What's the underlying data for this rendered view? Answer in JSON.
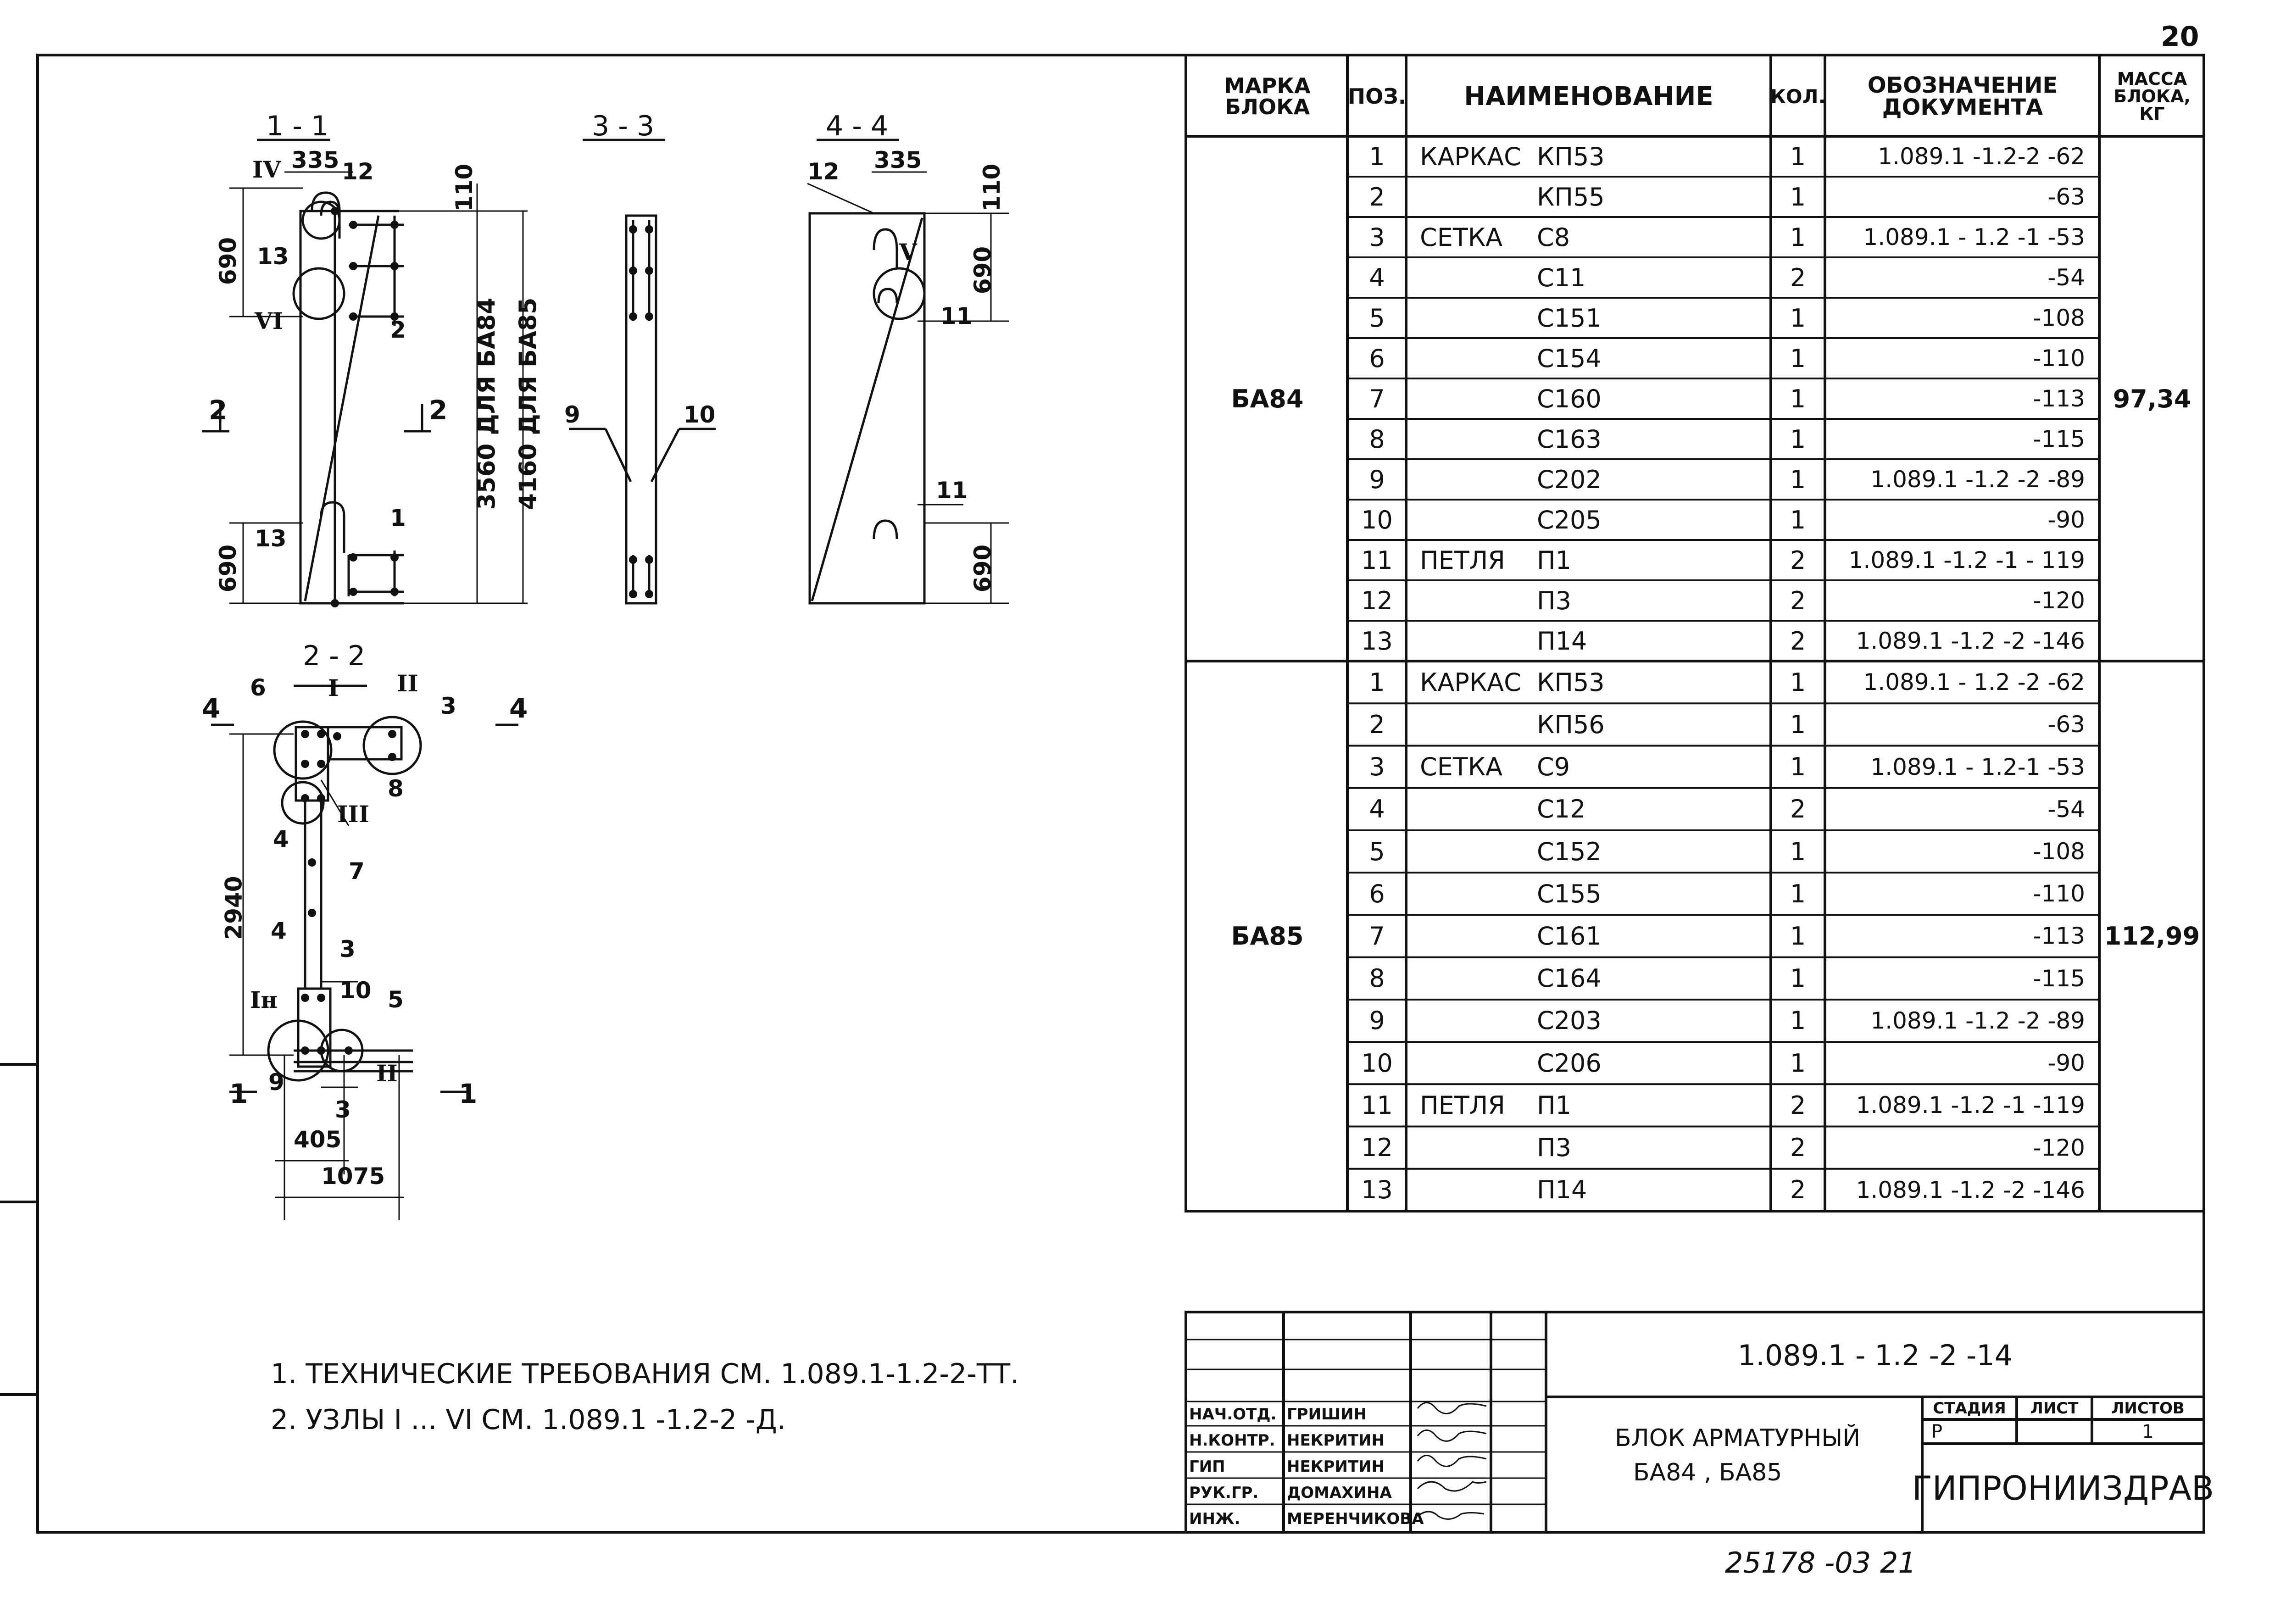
{
  "sheet_number_top": "20",
  "spec_header": {
    "mark": "МАРКА БЛОКА",
    "pos": "ПОЗ.",
    "name": "НАИМЕНОВАНИЕ",
    "qty": "КОЛ.",
    "doc": "ОБОЗНАЧЕНИЕ ДОКУМЕНТА",
    "mass": "МАССА БЛОКА, КГ"
  },
  "blocks": [
    {
      "mark": "БА84",
      "mass": "97,34",
      "rows": [
        {
          "pos": "1",
          "type": "КАРКАС",
          "item": "КП53",
          "qty": "1",
          "doc": "1.089.1 -1.2-2 -62"
        },
        {
          "pos": "2",
          "type": "",
          "item": "КП55",
          "qty": "1",
          "doc": "-63"
        },
        {
          "pos": "3",
          "type": "СЕТКА",
          "item": "С8",
          "qty": "1",
          "doc": "1.089.1 - 1.2 -1 -53"
        },
        {
          "pos": "4",
          "type": "",
          "item": "С11",
          "qty": "2",
          "doc": "-54"
        },
        {
          "pos": "5",
          "type": "",
          "item": "С151",
          "qty": "1",
          "doc": "-108"
        },
        {
          "pos": "6",
          "type": "",
          "item": "С154",
          "qty": "1",
          "doc": "-110"
        },
        {
          "pos": "7",
          "type": "",
          "item": "С160",
          "qty": "1",
          "doc": "-113"
        },
        {
          "pos": "8",
          "type": "",
          "item": "С163",
          "qty": "1",
          "doc": "-115"
        },
        {
          "pos": "9",
          "type": "",
          "item": "С202",
          "qty": "1",
          "doc": "1.089.1 -1.2 -2 -89"
        },
        {
          "pos": "10",
          "type": "",
          "item": "С205",
          "qty": "1",
          "doc": "-90"
        },
        {
          "pos": "11",
          "type": "ПЕТЛЯ",
          "item": "П1",
          "qty": "2",
          "doc": "1.089.1 -1.2 -1 - 119"
        },
        {
          "pos": "12",
          "type": "",
          "item": "П3",
          "qty": "2",
          "doc": "-120"
        },
        {
          "pos": "13",
          "type": "",
          "item": "П14",
          "qty": "2",
          "doc": "1.089.1 -1.2 -2 -146"
        }
      ]
    },
    {
      "mark": "БА85",
      "mass": "112,99",
      "rows": [
        {
          "pos": "1",
          "type": "КАРКАС",
          "item": "КП53",
          "qty": "1",
          "doc": "1.089.1 - 1.2 -2 -62"
        },
        {
          "pos": "2",
          "type": "",
          "item": "КП56",
          "qty": "1",
          "doc": "-63"
        },
        {
          "pos": "3",
          "type": "СЕТКА",
          "item": "С9",
          "qty": "1",
          "doc": "1.089.1 - 1.2-1 -53"
        },
        {
          "pos": "4",
          "type": "",
          "item": "С12",
          "qty": "2",
          "doc": "-54"
        },
        {
          "pos": "5",
          "type": "",
          "item": "С152",
          "qty": "1",
          "doc": "-108"
        },
        {
          "pos": "6",
          "type": "",
          "item": "С155",
          "qty": "1",
          "doc": "-110"
        },
        {
          "pos": "7",
          "type": "",
          "item": "С161",
          "qty": "1",
          "doc": "-113"
        },
        {
          "pos": "8",
          "type": "",
          "item": "С164",
          "qty": "1",
          "doc": "-115"
        },
        {
          "pos": "9",
          "type": "",
          "item": "С203",
          "qty": "1",
          "doc": "1.089.1 -1.2 -2 -89"
        },
        {
          "pos": "10",
          "type": "",
          "item": "С206",
          "qty": "1",
          "doc": "-90"
        },
        {
          "pos": "11",
          "type": "ПЕТЛЯ",
          "item": "П1",
          "qty": "2",
          "doc": "1.089.1 -1.2 -1 -119"
        },
        {
          "pos": "12",
          "type": "",
          "item": "П3",
          "qty": "2",
          "doc": "-120"
        },
        {
          "pos": "13",
          "type": "",
          "item": "П14",
          "qty": "2",
          "doc": "1.089.1 -1.2 -2 -146"
        }
      ]
    }
  ],
  "notes": [
    "1. ТЕХНИЧЕСКИЕ ТРЕБОВАНИЯ СМ. 1.089.1-1.2-2-ТТ.",
    "2. УЗЛЫ I ... VI СМ. 1.089.1 -1.2-2 -Д."
  ],
  "title_block": {
    "designation": "1.089.1 - 1.2 -2 -14",
    "title_line1": "БЛОК АРМАТУРНЫЙ",
    "title_line2": "БА84 , БА85",
    "stage_label": "СТАДИЯ",
    "sheet_label": "ЛИСТ",
    "sheets_label": "ЛИСТОВ",
    "stage": "Р",
    "sheets": "1",
    "organization": "ГИПРОНИИЗДРАВ",
    "staff": [
      {
        "role": "НАЧ.ОТД.",
        "name": "ГРИШИН"
      },
      {
        "role": "Н.КОНТР.",
        "name": "НЕКРИТИН"
      },
      {
        "role": "ГИП",
        "name": "НЕКРИТИН"
      },
      {
        "role": "РУК.ГР.",
        "name": "ДОМАХИНА"
      },
      {
        "role": "ИНЖ.",
        "name": "МЕРЕНЧИКОВА"
      }
    ]
  },
  "inventory_number": "25178 -03 21",
  "drawing_labels": {
    "sec11": "1 - 1",
    "sec22": "2 - 2",
    "sec33": "3 - 3",
    "sec44": "4 - 4",
    "d335a": "335",
    "d335b": "335",
    "d110a": "110",
    "d110b": "110",
    "d690a": "690",
    "d690b": "690",
    "d690c": "690",
    "d690d": "690",
    "h3560": "3560 ДЛЯ БА84",
    "h4160": "4160 ДЛЯ БА85",
    "d2940": "2940",
    "d405": "405",
    "d1075": "1075",
    "p12a": "12",
    "p13a": "13",
    "p13b": "13",
    "p1a": "1",
    "p2a": "2",
    "p9a": "9",
    "p10a": "10",
    "p12b": "12",
    "p11a": "11",
    "p11b": "11",
    "p6": "6",
    "p3a": "3",
    "p8": "8",
    "p4a": "4",
    "p7": "7",
    "p4b": "4",
    "p3b": "3",
    "p5": "5",
    "p10b": "10",
    "p9b": "9",
    "p3c": "3",
    "rIV": "IV",
    "rVI": "VI",
    "rV": "V",
    "rI": "I",
    "rII": "II",
    "rIII": "III",
    "rIn": "Iн",
    "rII2": "II",
    "cut2l": "2",
    "cut2r": "2",
    "cut4l": "4",
    "cut4r": "4",
    "cut1l": "1",
    "cut1r": "1"
  }
}
